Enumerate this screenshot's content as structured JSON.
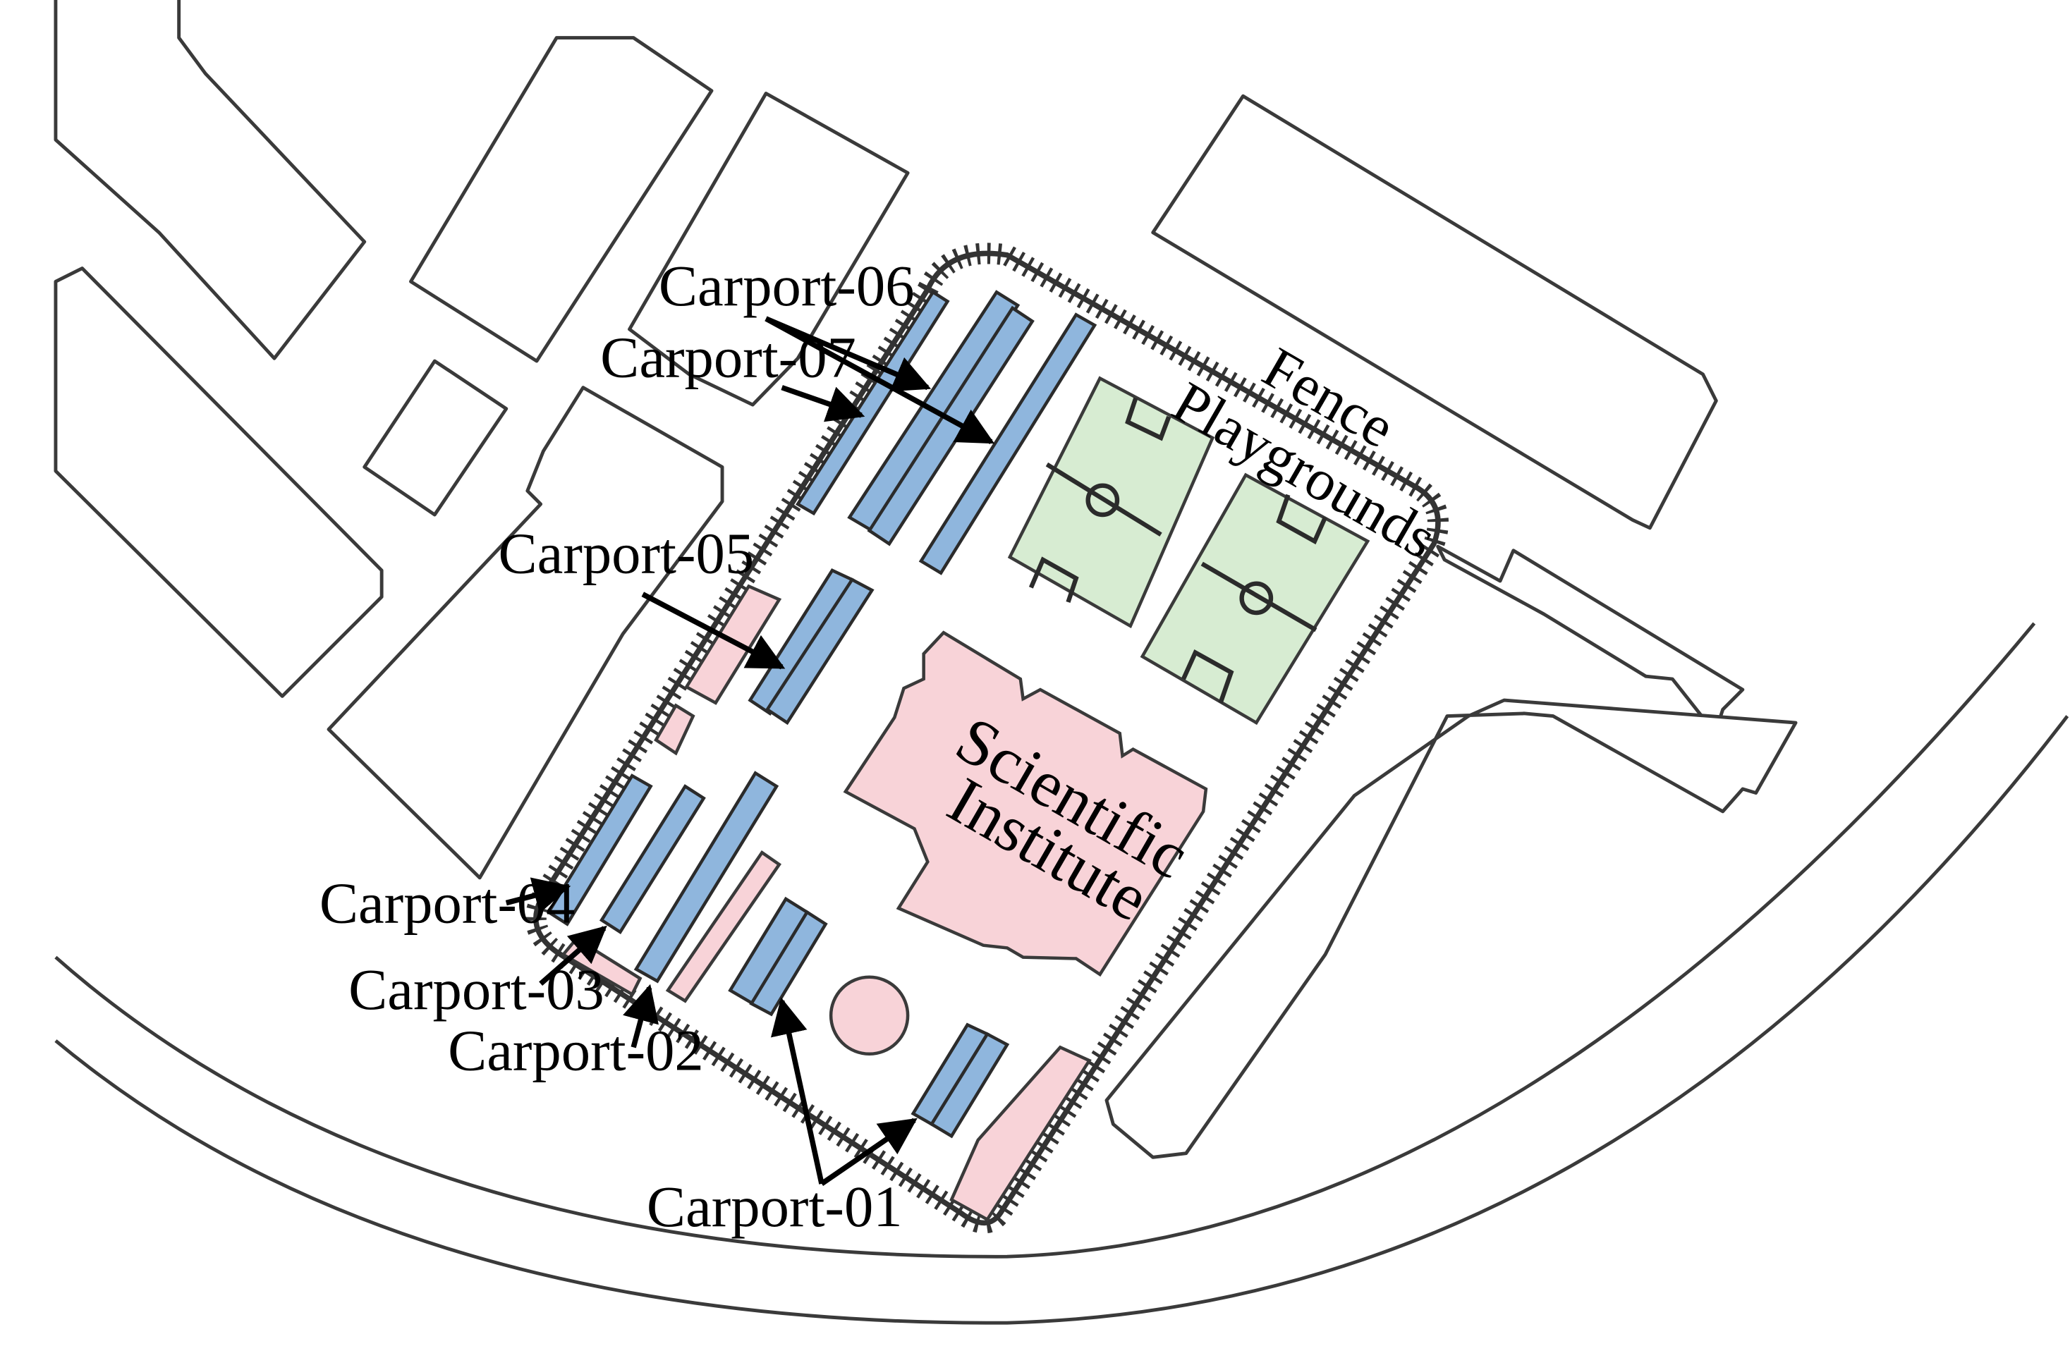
{
  "colors": {
    "carport": "#8fb6dd",
    "building_highlight": "#f8d3d8",
    "playground": "#d7ecd2",
    "outline": "#3a3a3a",
    "background": "#ffffff"
  },
  "labels": {
    "carport_01": "Carport-01",
    "carport_02": "Carport-02",
    "carport_03": "Carport-03",
    "carport_04": "Carport-04",
    "carport_05": "Carport-05",
    "carport_06": "Carport-06",
    "carport_07": "Carport-07",
    "fence": "Fence",
    "playgrounds": "Playgrounds",
    "institute_line1": "Scientific",
    "institute_line2": "Institute"
  }
}
